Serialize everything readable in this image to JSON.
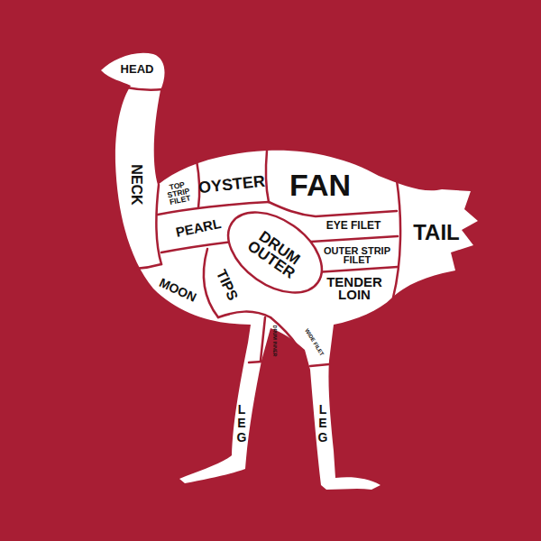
{
  "diagram": {
    "labels": [
      "HEAD",
      "NECK",
      "TOP STRIP FILET",
      "OYSTER",
      "FAN",
      "PEARL",
      "DRUM OUTER",
      "EYE FILET",
      "OUTER STRIP FILET",
      "TENDER LOIN",
      "TAIL",
      "MOON",
      "TIPS",
      "DRUM INNER",
      "WIDE FILET",
      "LEG",
      "LEG"
    ]
  }
}
